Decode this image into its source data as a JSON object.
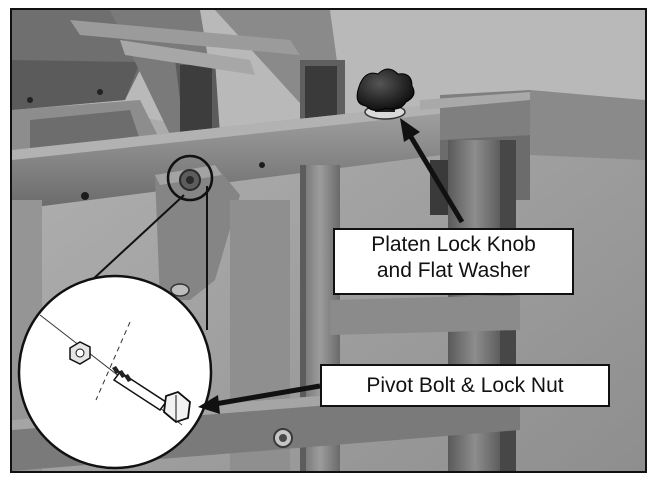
{
  "figure": {
    "callouts": {
      "platen": {
        "line1": "Platen Lock Knob",
        "line2": "and Flat Washer"
      },
      "pivot": {
        "text": "Pivot Bolt & Lock Nut"
      }
    },
    "colors": {
      "frame_light": "#9a9a9a",
      "frame_mid": "#7c7c7c",
      "frame_dark": "#4a4a4a",
      "shadow": "#2a2a2a",
      "knob": "#111111",
      "outline": "#111111",
      "background": "#ffffff"
    },
    "icons": [
      "lock-knob-icon",
      "pivot-bolt-icon",
      "lock-nut-icon"
    ]
  }
}
